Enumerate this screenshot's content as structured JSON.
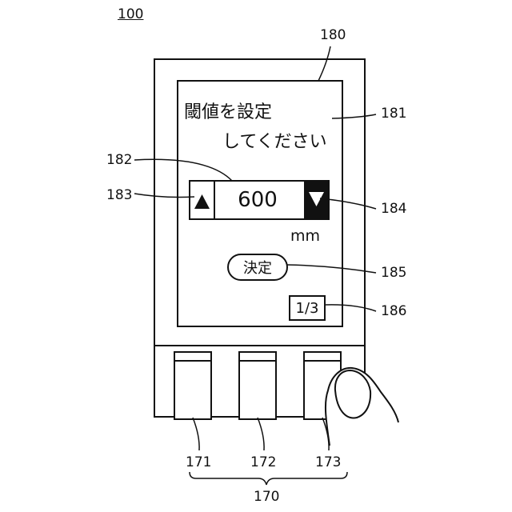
{
  "figure": {
    "number": "100"
  },
  "device": {
    "ref": "180",
    "screen": {
      "ref": "181",
      "message_line1": "閾値を設定",
      "message_line2": "してください",
      "value_display": {
        "ref": "182",
        "value": "600",
        "unit": "mm"
      },
      "up_button": {
        "ref": "183",
        "icon": "triangle-up-icon"
      },
      "down_button": {
        "ref": "184",
        "icon": "triangle-down-icon"
      },
      "confirm_button": {
        "ref": "185",
        "label": "決定"
      },
      "page_indicator": {
        "ref": "186",
        "text": "1/3"
      }
    },
    "hardware_buttons": {
      "group_ref": "170",
      "items": [
        {
          "ref": "171"
        },
        {
          "ref": "172"
        },
        {
          "ref": "173"
        }
      ]
    }
  }
}
